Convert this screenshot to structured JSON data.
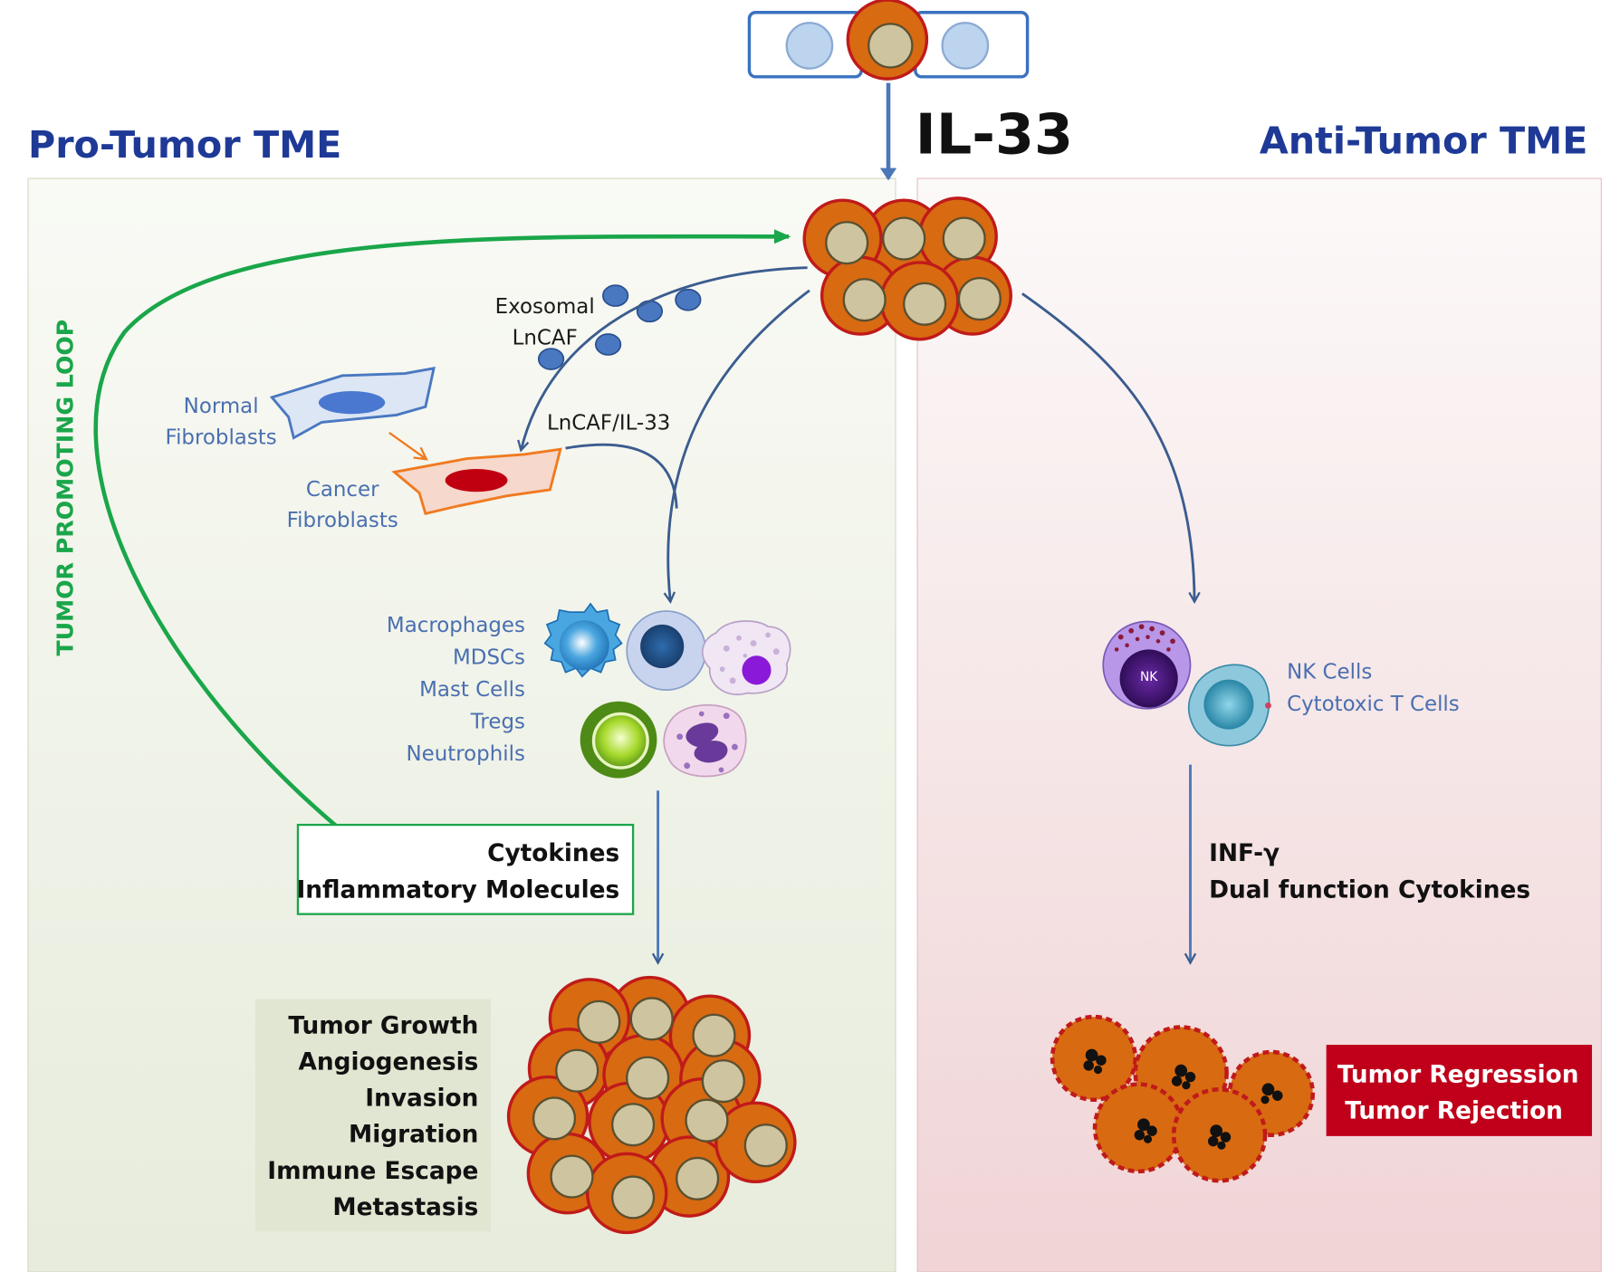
{
  "il33": "IL-33",
  "pro_tumor": {
    "title": "Pro-Tumor TME",
    "loop_label": "TUMOR PROMOTING LOOP",
    "exosomal_line1": "Exosomal",
    "exosomal_line2": "LnCAF",
    "normal_fibroblasts_line1": "Normal",
    "normal_fibroblasts_line2": "Fibroblasts",
    "cancer_fibroblasts_line1": "Cancer",
    "cancer_fibroblasts_line2": "Fibroblasts",
    "lncaf_il33": "LnCAF/IL-33",
    "immune_cells": [
      "Macrophages",
      "MDSCs",
      "Mast Cells",
      "Tregs",
      "Neutrophils"
    ],
    "cytokines_line1": "Cytokines",
    "cytokines_line2": "Inflammatory Molecules",
    "outcomes": [
      "Tumor Growth",
      "Angiogenesis",
      "Invasion",
      "Migration",
      "Immune Escape",
      "Metastasis"
    ]
  },
  "anti_tumor": {
    "title": "Anti-Tumor TME",
    "nk_label": "NK",
    "effector_cells": [
      "NK Cells",
      "Cytotoxic T Cells"
    ],
    "cytokines_line1": "INF-γ",
    "cytokines_line2": "Dual function Cytokines",
    "outcome_line1": "Tumor Regression",
    "outcome_line2": "Tumor Rejection"
  },
  "colors": {
    "title_blue": "#1e3a96",
    "loop_green": "#1aa64a",
    "arrow_blue": "#3b5c8f",
    "tumor_orange": "#d86a12",
    "tumor_red_border": "#c01a1a",
    "nucleus_beige": "#cfc4a0",
    "outcome_red": "#c0001a",
    "label_blue": "#4a6fb0"
  }
}
